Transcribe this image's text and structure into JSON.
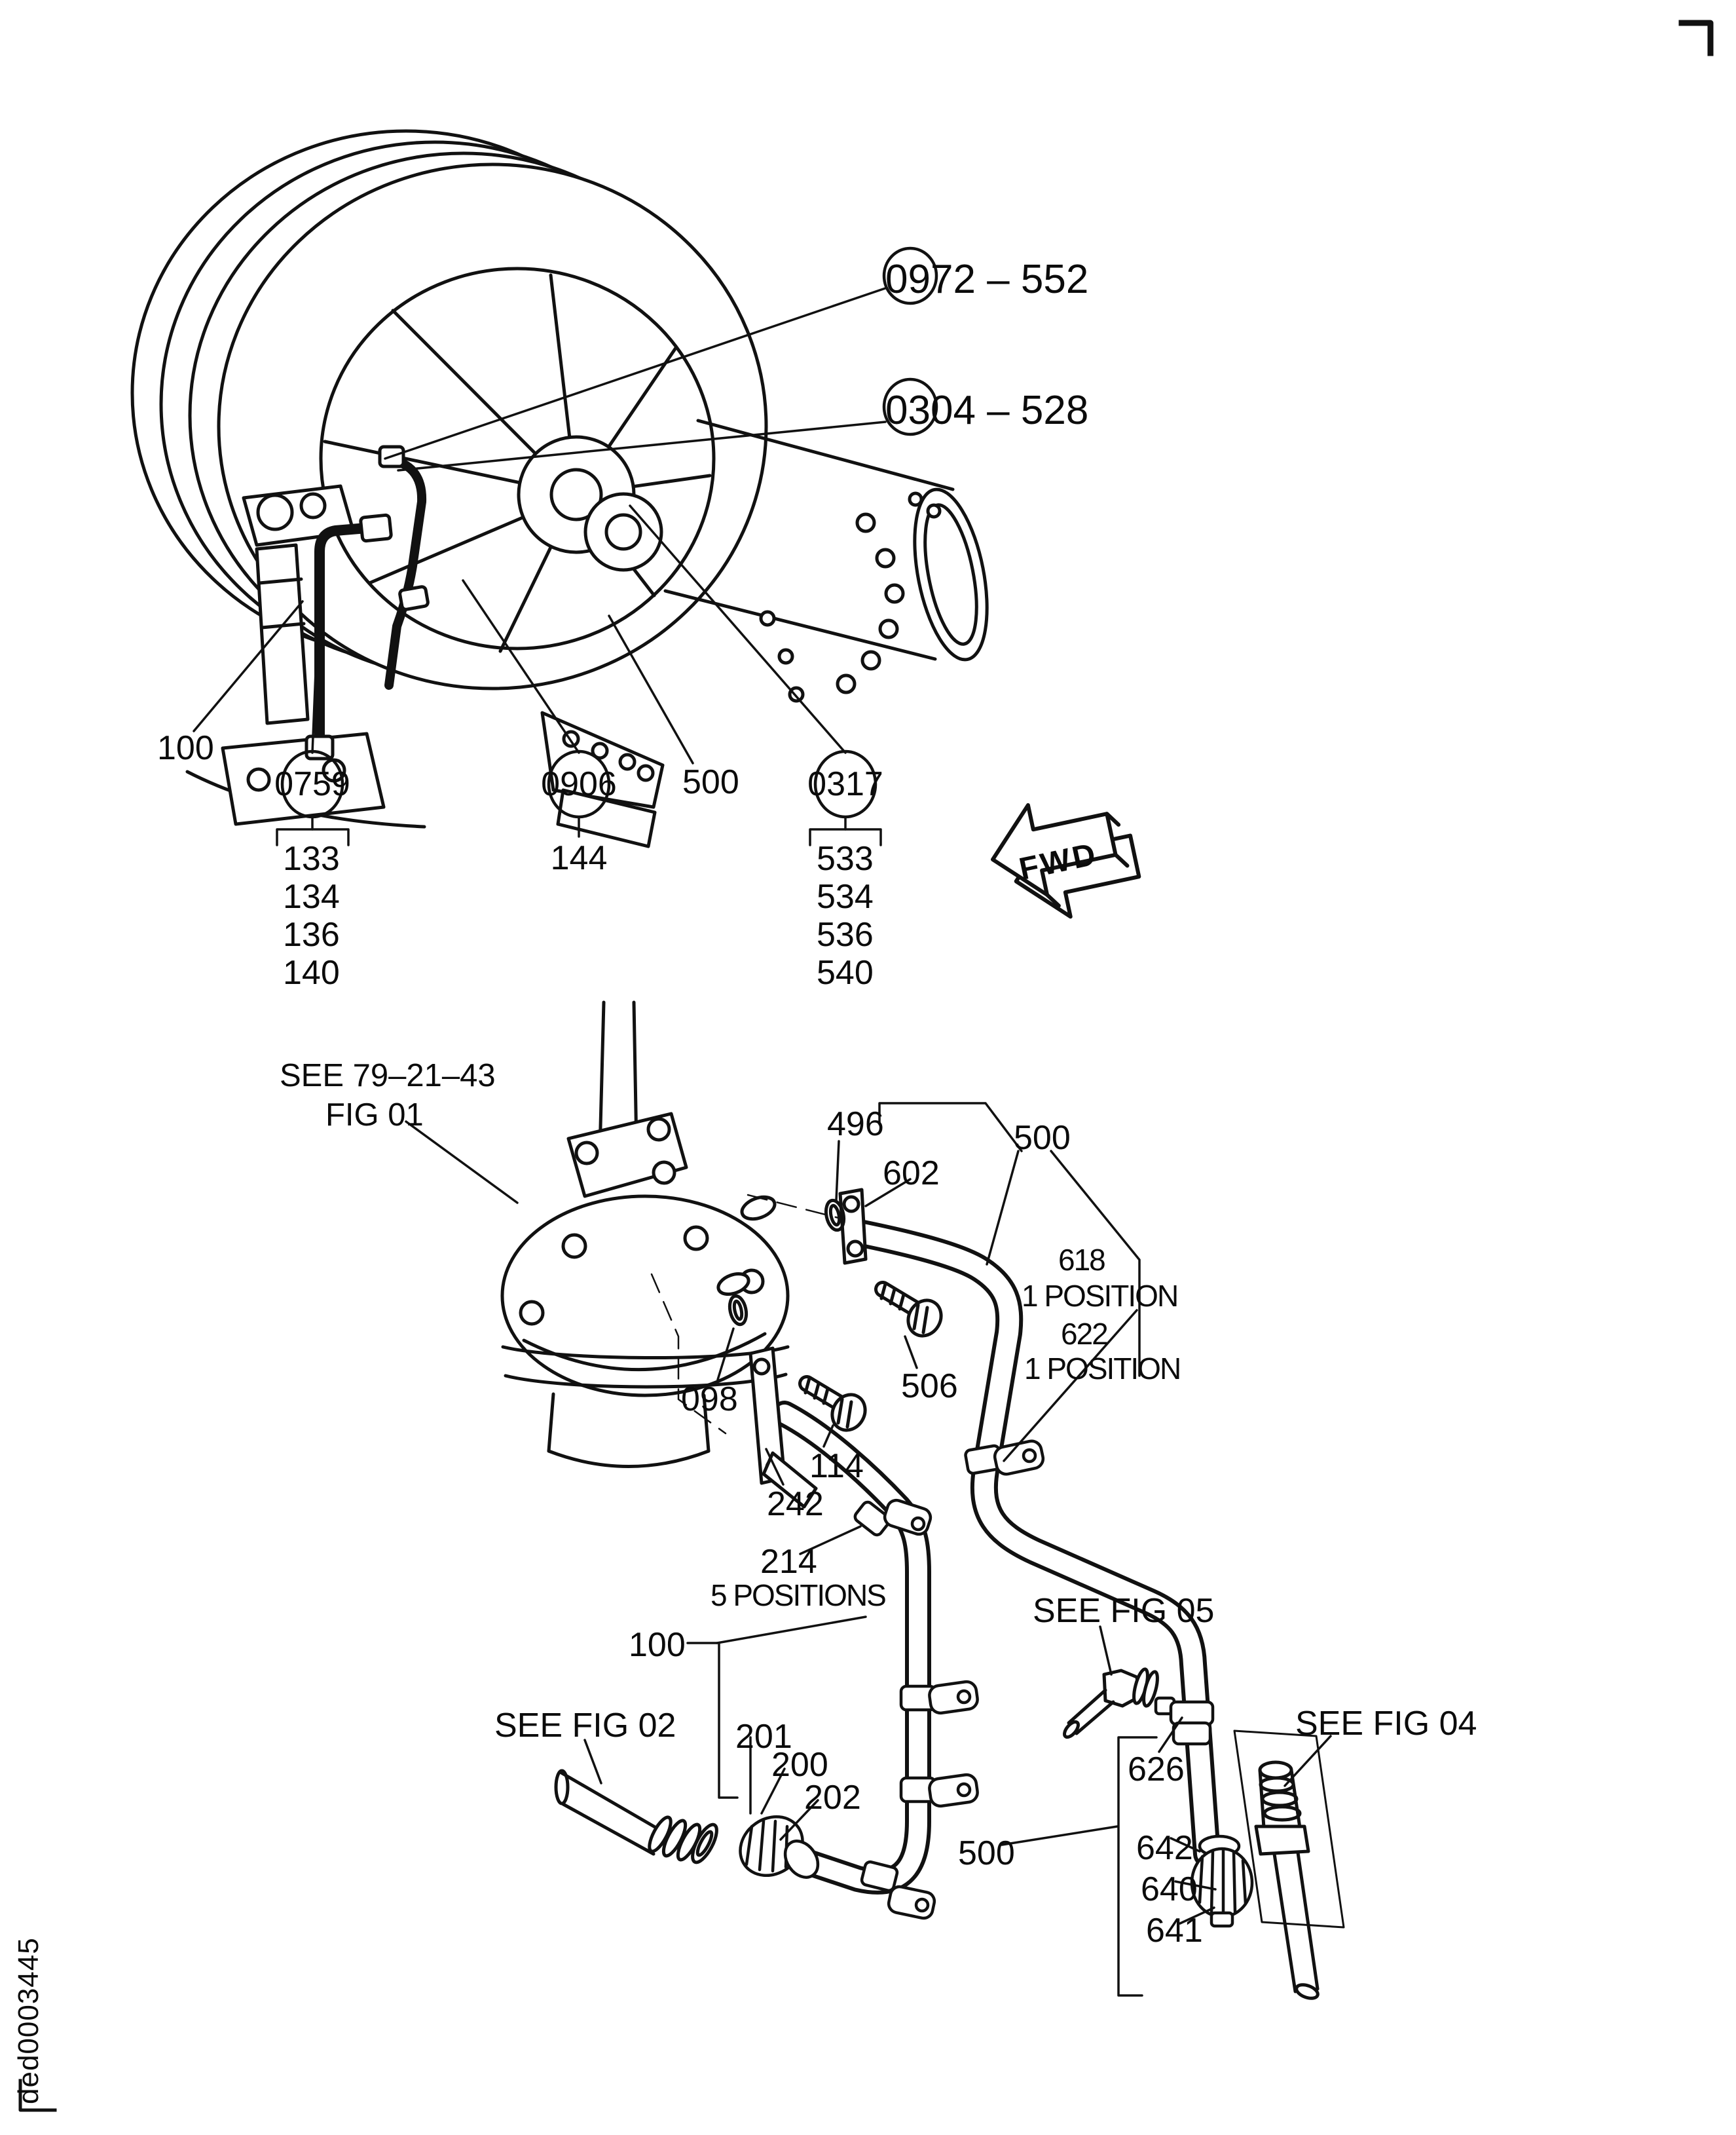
{
  "page": {
    "doc_code": "ded0003445"
  },
  "fwd": {
    "label": "FWD"
  },
  "upper": {
    "callout_0972": "0972 – 552",
    "callout_0304": "0304 – 528",
    "label_100": "100",
    "label_500": "500",
    "oval_0759": "0759",
    "oval_0906": "0906",
    "oval_0317": "0317",
    "label_144": "144",
    "list_0759": [
      "133",
      "134",
      "136",
      "140"
    ],
    "list_0317": [
      "533",
      "534",
      "536",
      "540"
    ]
  },
  "lower": {
    "see_fig01_ref": "SEE 79–21–43",
    "see_fig01_fig": "FIG 01",
    "label_496": "496",
    "label_602": "602",
    "label_500_top": "500",
    "label_618": "618",
    "label_618_pos": "1 POSITION",
    "label_622": "622",
    "label_622_pos": "1 POSITION",
    "label_506": "506",
    "label_098": "098",
    "label_114": "114",
    "label_242": "242",
    "label_214": "214",
    "label_214_pos": "5 POSITIONS",
    "label_100": "100",
    "see_fig05": "SEE FIG 05",
    "see_fig02": "SEE FIG 02",
    "label_201": "201",
    "label_200": "200",
    "label_202": "202",
    "label_626": "626",
    "label_500_bottom": "500",
    "label_642": "642",
    "label_640": "640",
    "label_641": "641",
    "see_fig04": "SEE FIG 04"
  }
}
